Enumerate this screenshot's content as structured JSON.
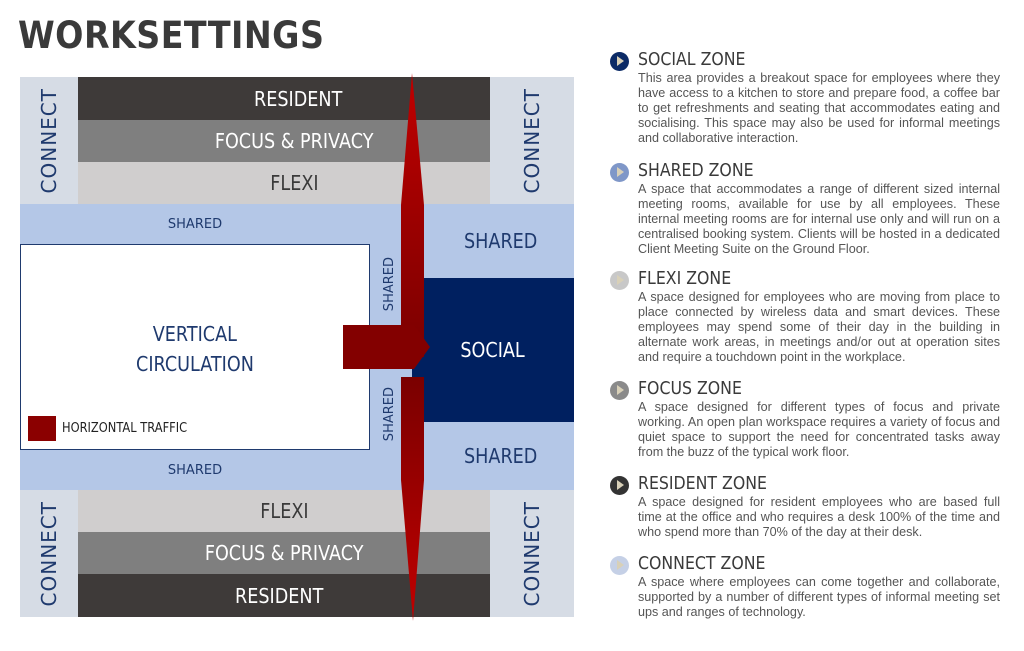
{
  "title": "WORKSETTINGS",
  "diagram": {
    "resident": "RESIDENT",
    "focus": "FOCUS & PRIVACY",
    "flexi": "FLEXI",
    "connect": "CONNECT",
    "shared": "SHARED",
    "social": "SOCIAL",
    "vertical_circulation": [
      "VERTICAL",
      "CIRCULATION"
    ],
    "legend_label": "HORIZONTAL TRAFFIC"
  },
  "colors": {
    "social": "#002060",
    "shared": "#b4c7e7",
    "flexi": "#d0cece",
    "focus": "#7f7f7f",
    "resident": "#3e3a39",
    "connect": "#d6dce5",
    "traffic": "#8b0000"
  },
  "zones": [
    {
      "title": "SOCIAL ZONE",
      "icon": "play-circle-icon",
      "color": "#0b2a66",
      "text": "This area provides a breakout space for employees where they have access to a kitchen to store and prepare food, a coffee bar to get refreshments and seating that accommodates eating and socialising. This space may also be used for informal meetings and collaborative interaction."
    },
    {
      "title": "SHARED ZONE",
      "icon": "play-circle-icon",
      "color": "#7f97c8",
      "text": "A space that accommodates a range of different sized internal meeting rooms, available for use by all employees. These internal meeting rooms are for internal use only and will run on a centralised booking system. Clients will be hosted in a dedicated Client Meeting Suite on the Ground Floor."
    },
    {
      "title": "FLEXI ZONE",
      "icon": "play-circle-icon",
      "color": "#c8c8c8",
      "text": "A space designed for employees who are moving from place to place connected by wireless data and smart devices. These employees may spend some of their day in the building in alternate work areas, in meetings and/or out at operation sites and require a touchdown point in the workplace."
    },
    {
      "title": "FOCUS ZONE",
      "icon": "play-circle-icon",
      "color": "#8a8a8a",
      "text": "A space designed for different types of focus and private working. An open plan workspace requires a variety of focus and quiet space to support the need for concentrated tasks away from the buzz of the typical work floor."
    },
    {
      "title": "RESIDENT ZONE",
      "icon": "play-circle-icon",
      "color": "#333333",
      "text": "A space designed for resident employees who are based full time at the office and who requires a desk 100% of the time and who spend more than 70% of the day at their desk."
    },
    {
      "title": "CONNECT ZONE",
      "icon": "play-circle-icon",
      "color": "#c5d0e6",
      "text": "A space where employees can come together and collaborate, supported by a number of different types of informal meeting set ups and ranges of technology."
    }
  ]
}
